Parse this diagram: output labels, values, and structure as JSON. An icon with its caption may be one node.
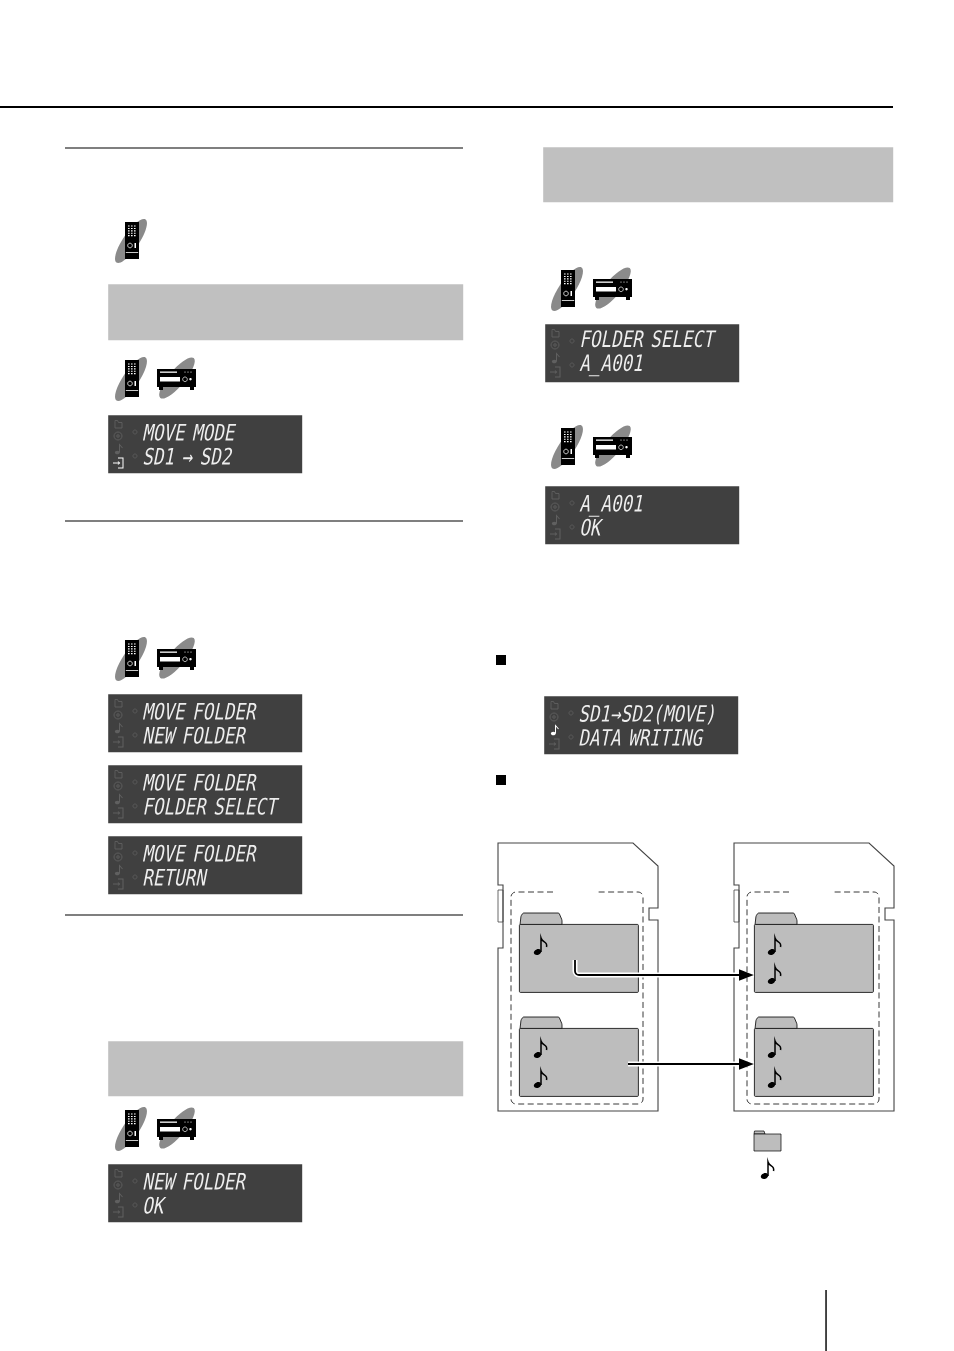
{
  "diagram": {
    "nodes": [
      {
        "text": [],
        "shape": "bar"
      },
      {
        "text": [
          "MOVE MODE",
          "SD1 → SD2"
        ]
      },
      {
        "text": [
          "MOVE FOLDER",
          "NEW FOLDER"
        ]
      },
      {
        "text": [
          "MOVE FOLDER",
          "FOLDER SELECT"
        ]
      },
      {
        "text": [
          "MOVE FOLDER",
          "RETURN"
        ]
      },
      {
        "text": [],
        "shape": "bar"
      },
      {
        "text": [
          "NEW FOLDER",
          "OK"
        ]
      },
      {
        "text": [],
        "shape": "bar"
      },
      {
        "text": [
          "FOLDER SELECT",
          "A_A001"
        ]
      },
      {
        "text": [
          "A_A001",
          "OK"
        ]
      },
      {
        "text": [
          "SD1→SD2(MOVE)",
          "DATA WRITING"
        ]
      },
      {
        "text": [],
        "shape": "card"
      },
      {
        "text": [],
        "shape": "folder",
        "in": 11
      },
      {
        "text": [],
        "shape": "folder",
        "in": 11
      },
      {
        "text": [],
        "shape": "card"
      },
      {
        "text": [],
        "shape": "folder",
        "in": 14
      },
      {
        "text": [],
        "shape": "folder",
        "in": 14
      }
    ],
    "edges": [
      {
        "from": 12,
        "to": 15,
        "arrow": "to"
      },
      {
        "from": 13,
        "to": 16,
        "arrow": "to"
      }
    ]
  }
}
